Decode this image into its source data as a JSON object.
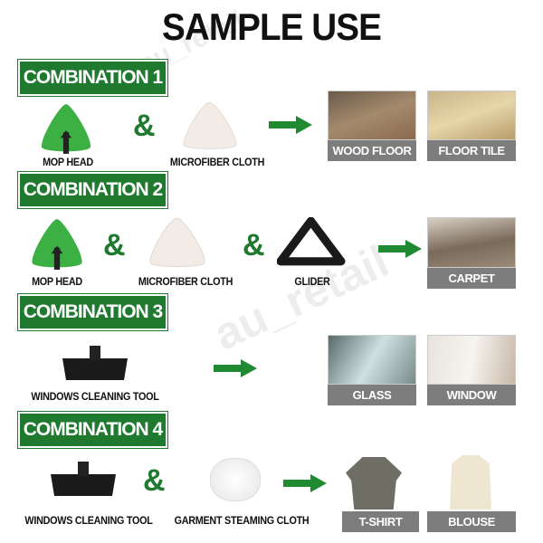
{
  "title": "SAMPLE USE",
  "watermark": "au_retail",
  "colors": {
    "green": "#1f7a2f",
    "label_gray": "#7d7d7d"
  },
  "combinations": [
    {
      "heading": "COMBINATION 1",
      "items": [
        "MOP HEAD",
        "MICROFIBER CLOTH"
      ],
      "results": [
        "WOOD FLOOR",
        "FLOOR TILE"
      ]
    },
    {
      "heading": "COMBINATION 2",
      "items": [
        "MOP HEAD",
        "MICROFIBER CLOTH",
        "GLIDER"
      ],
      "results": [
        "CARPET"
      ]
    },
    {
      "heading": "COMBINATION 3",
      "items": [
        "WINDOWS CLEANING TOOL"
      ],
      "results": [
        "GLASS",
        "WINDOW"
      ]
    },
    {
      "heading": "COMBINATION 4",
      "items": [
        "WINDOWS CLEANING TOOL",
        "GARMENT STEAMING CLOTH"
      ],
      "results": [
        "T-SHIRT",
        "BLOUSE"
      ]
    }
  ],
  "amp": "&"
}
